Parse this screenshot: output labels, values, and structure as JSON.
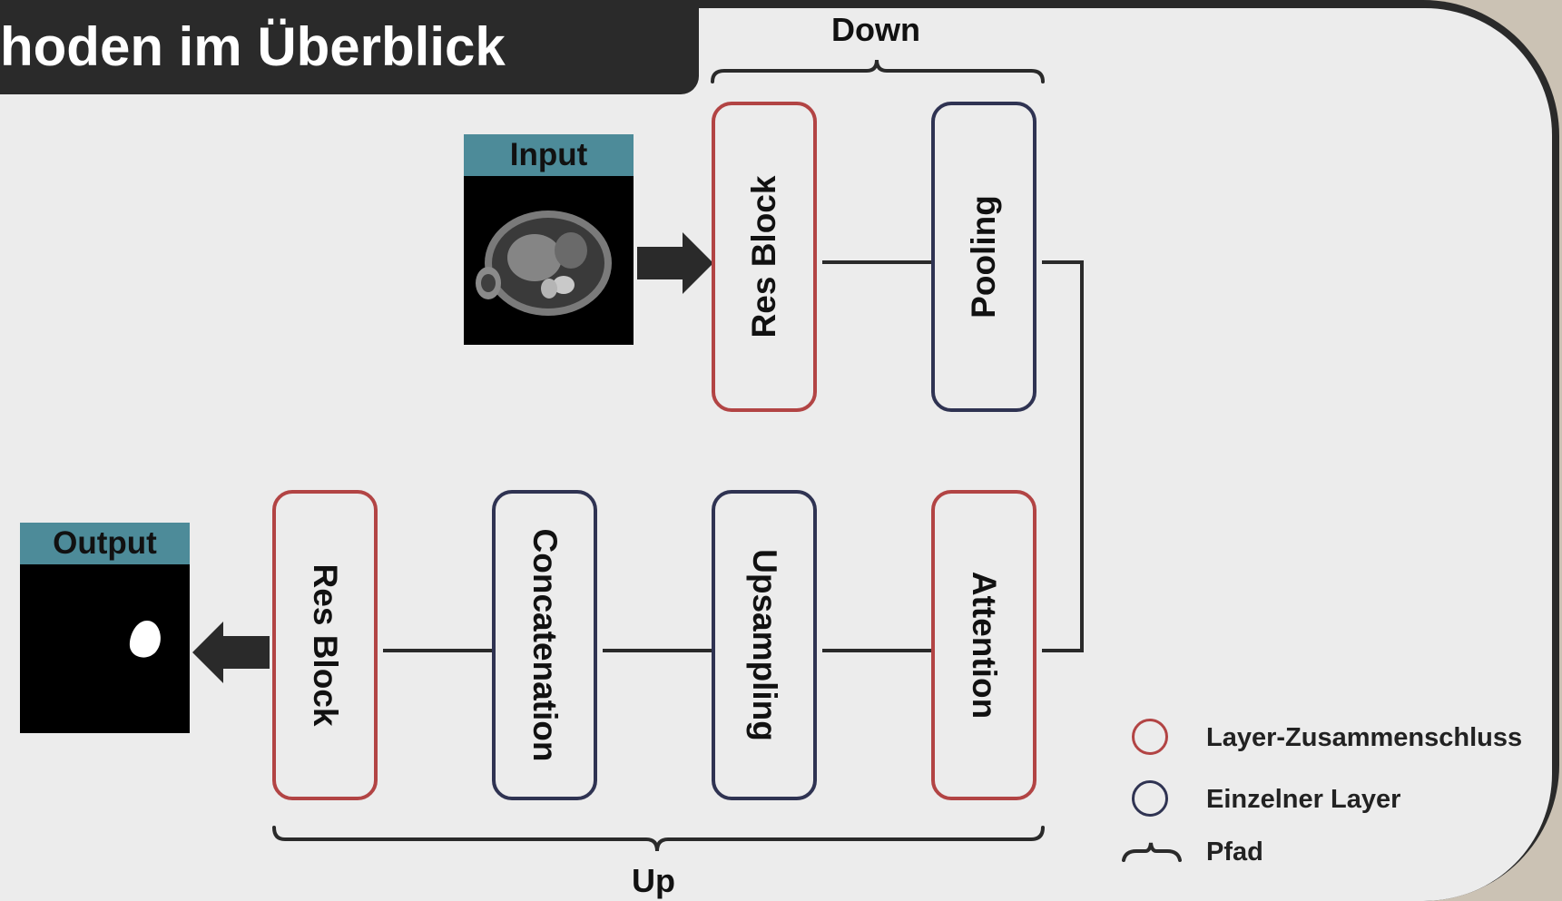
{
  "title": "hoden im Überblick",
  "labels": {
    "down": "Down",
    "up": "Up"
  },
  "images": {
    "input": {
      "label": "Input"
    },
    "output": {
      "label": "Output"
    }
  },
  "down_path": [
    {
      "label": "Res Block",
      "kind": "combined"
    },
    {
      "label": "Pooling",
      "kind": "single"
    }
  ],
  "up_path": [
    {
      "label": "Res Block",
      "kind": "combined"
    },
    {
      "label": "Concatenation",
      "kind": "single"
    },
    {
      "label": "Upsampling",
      "kind": "single"
    },
    {
      "label": "Attention",
      "kind": "combined"
    }
  ],
  "legend": {
    "combined": "Layer-Zusammenschluss",
    "single": "Einzelner Layer",
    "path": "Pfad"
  },
  "colors": {
    "combined_border": "#b24444",
    "single_border": "#2f3352",
    "image_header": "#4d8b99",
    "title_bar": "#2a2a2a",
    "panel": "#ececec"
  }
}
